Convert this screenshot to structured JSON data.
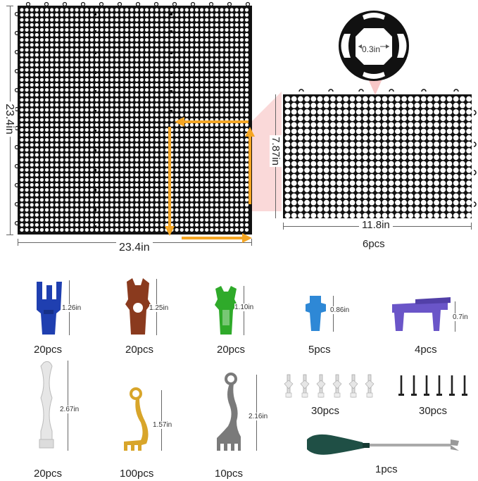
{
  "big_panel": {
    "width_label": "23.4in",
    "height_label": "23.4in"
  },
  "small_panel": {
    "width_label": "11.8in",
    "height_label": "7.87in",
    "count": "6pcs"
  },
  "zoom": {
    "hole_label": "0.3in"
  },
  "parts": [
    {
      "name": "blue-clip",
      "color": "#1f3fb0",
      "size": "1.26in",
      "count": "20pcs"
    },
    {
      "name": "brown-clip",
      "color": "#8a3a1e",
      "size": "1.25in",
      "count": "20pcs"
    },
    {
      "name": "green-clip",
      "color": "#2faa2a",
      "size": "1.10in",
      "count": "20pcs"
    },
    {
      "name": "light-blue-clip",
      "color": "#2e88d6",
      "size": "0.86in",
      "count": "5pcs"
    },
    {
      "name": "purple-bracket",
      "color": "#6a55c8",
      "size": "0.7in",
      "count": "4pcs"
    },
    {
      "name": "white-stake",
      "color": "#e6e6e6",
      "size": "2.67in",
      "count": "20pcs"
    },
    {
      "name": "yellow-hook",
      "color": "#d8a52a",
      "size": "1.57in",
      "count": "100pcs"
    },
    {
      "name": "gray-hook",
      "color": "#7a7a7a",
      "size": "2.16in",
      "count": "10pcs"
    },
    {
      "name": "anchors",
      "color": "#dddddd",
      "size": "",
      "count": "30pcs"
    },
    {
      "name": "screws",
      "color": "#222222",
      "size": "",
      "count": "30pcs"
    },
    {
      "name": "screwdriver",
      "color": "#1f4f45",
      "size": "",
      "count": "1pcs"
    }
  ],
  "colors": {
    "grid": "#111111",
    "arrow": "#f5a623",
    "highlight": "#f7c4c4"
  }
}
